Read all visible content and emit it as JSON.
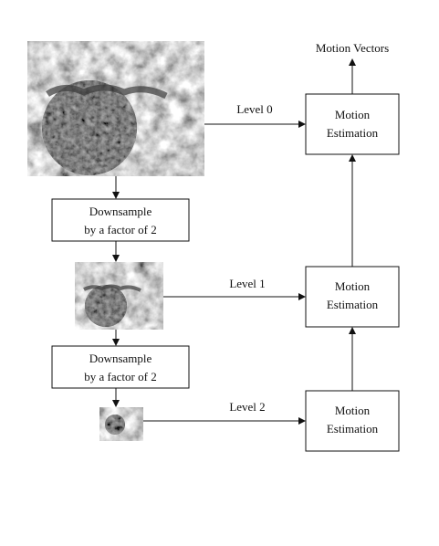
{
  "diagram": {
    "output_label": "Motion Vectors",
    "levels": [
      {
        "label": "Level 0",
        "estimator": [
          "Motion",
          "Estimation"
        ]
      },
      {
        "label": "Level 1",
        "estimator": [
          "Motion",
          "Estimation"
        ]
      },
      {
        "label": "Level 2",
        "estimator": [
          "Motion",
          "Estimation"
        ]
      }
    ],
    "downsample": [
      [
        "Downsample",
        "by a factor of 2"
      ],
      [
        "Downsample",
        "by a factor of 2"
      ]
    ]
  }
}
